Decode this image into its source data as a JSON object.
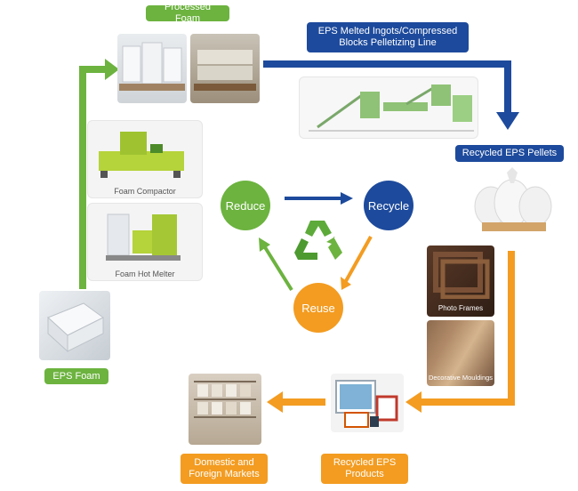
{
  "labels": {
    "processed_foam": "Processed Foam",
    "pelletizing_line": "EPS Melted Ingots/Compressed\nBlocks Pelletizing Line",
    "recycled_pellets": "Recycled EPS Pellets",
    "eps_foam": "EPS Foam",
    "domestic_markets": "Domestic and\nForeign Markets",
    "recycled_products": "Recycled EPS\nProducts"
  },
  "machines": {
    "foam_compactor": "Foam Compactor",
    "foam_hot_melter": "Foam Hot Melter"
  },
  "products": {
    "photo_frames": "Photo Frames",
    "decorative_mouldings": "Decorative Mouldings"
  },
  "cycle": {
    "reduce": "Reduce",
    "recycle": "Recycle",
    "reuse": "Reuse"
  },
  "colors": {
    "green": "#6cb33f",
    "blue": "#1d4a9c",
    "orange": "#f39c21"
  },
  "icons": [
    "recycle-icon",
    "compactor-machine-icon",
    "hot-melter-machine-icon",
    "pellet-flasks-icon",
    "conveyor-line-icon"
  ]
}
